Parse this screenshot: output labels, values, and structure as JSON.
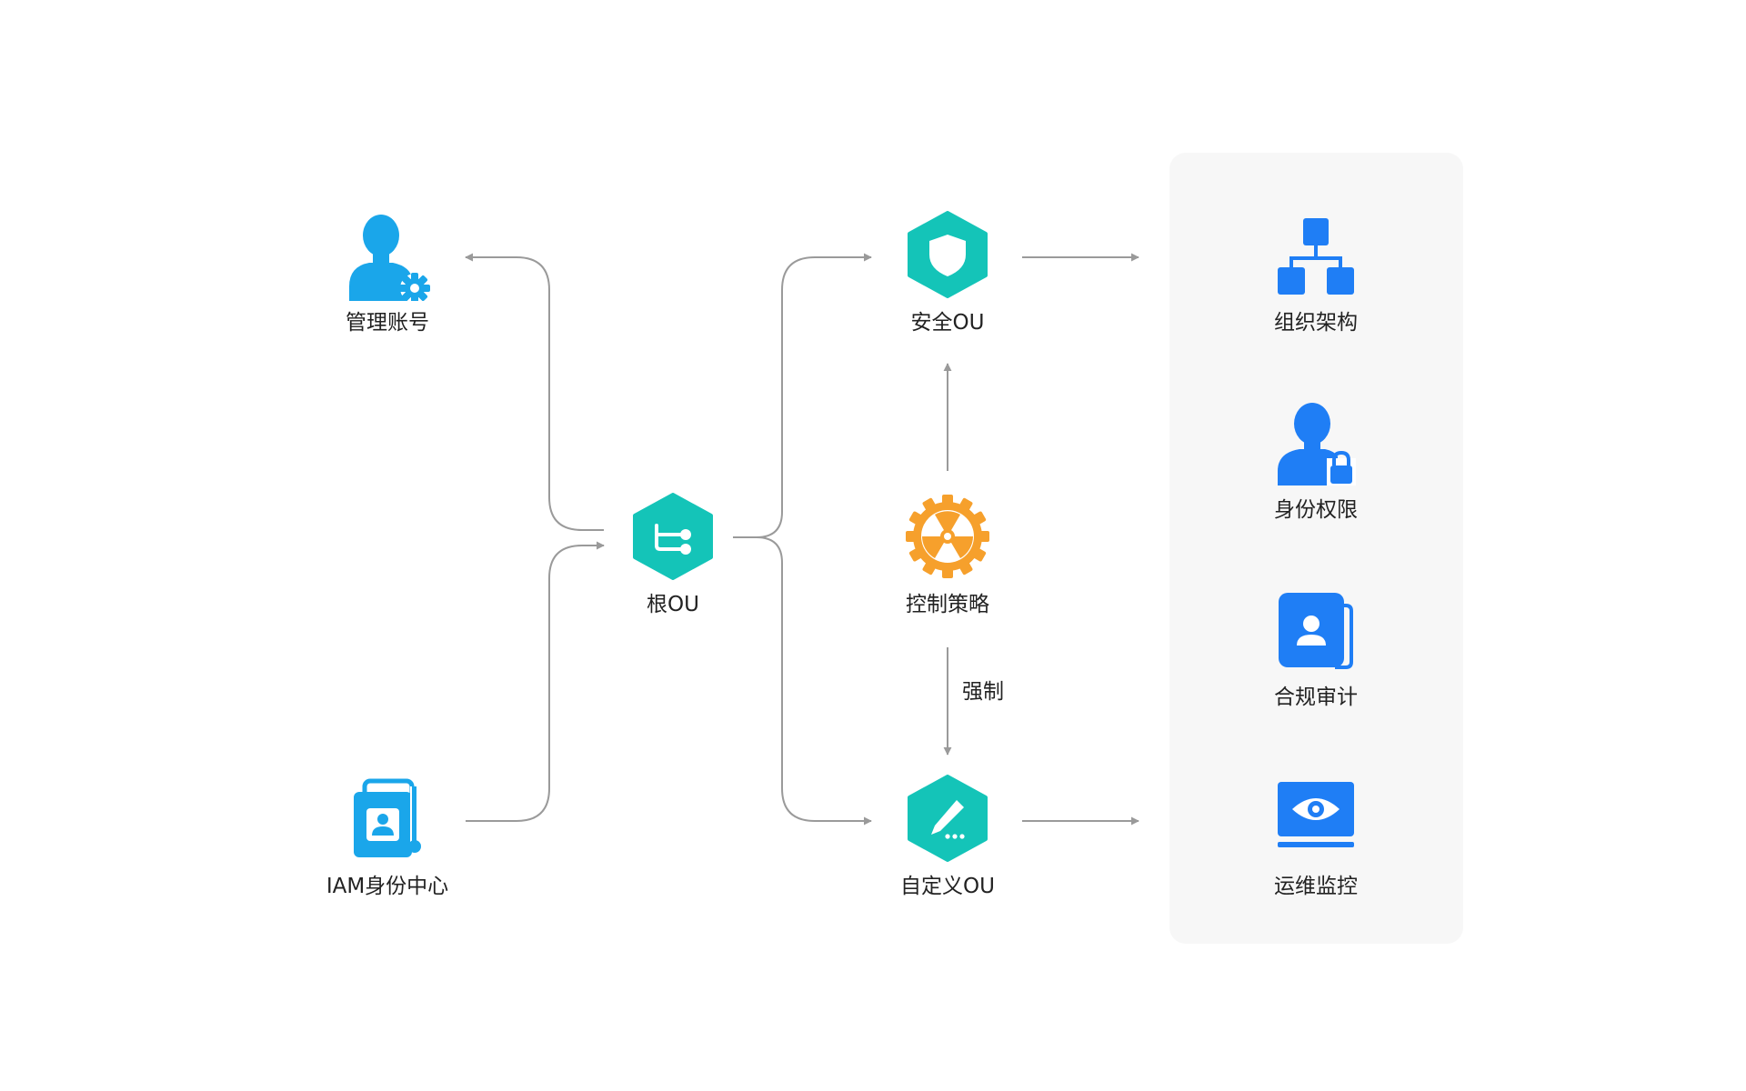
{
  "nodes": {
    "admin_account": {
      "label": "管理账号",
      "icon": "admin-user-icon"
    },
    "iam_center": {
      "label": "IAM身份中心",
      "icon": "iam-directory-icon"
    },
    "root_ou": {
      "label": "根OU",
      "icon": "root-ou-branch-icon"
    },
    "security_ou": {
      "label": "安全OU",
      "icon": "shield-icon"
    },
    "control_policy": {
      "label": "控制策略",
      "icon": "gear-radiation-icon"
    },
    "custom_ou": {
      "label": "自定义OU",
      "icon": "pencil-icon"
    },
    "org_structure": {
      "label": "组织架构",
      "icon": "org-chart-icon"
    },
    "identity_permission": {
      "label": "身份权限",
      "icon": "user-lock-icon"
    },
    "compliance_audit": {
      "label": "合规审计",
      "icon": "contact-card-icon"
    },
    "ops_monitoring": {
      "label": "运维监控",
      "icon": "eye-monitor-icon"
    }
  },
  "edges": {
    "enforce_label": "强制"
  },
  "colors": {
    "teal": "#14c4b8",
    "cyan_blue": "#1aa6ea",
    "blue": "#1f7ef5",
    "orange": "#f6a02c",
    "arrow": "#9a9a9a",
    "panel_bg": "#f7f7f7",
    "text": "#222222"
  }
}
